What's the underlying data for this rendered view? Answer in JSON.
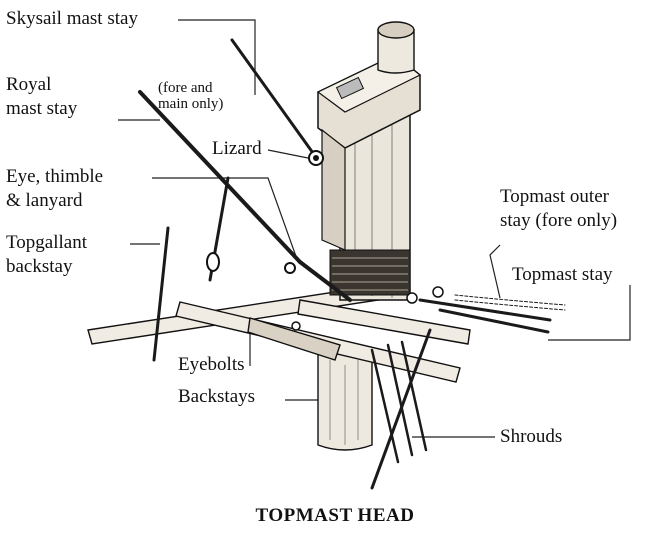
{
  "labels": {
    "skysail_mast_stay": "Skysail mast stay",
    "royal_mast_stay_line1": "Royal",
    "royal_mast_stay_line2": "mast stay",
    "fore_main_note_line1": "(fore and",
    "fore_main_note_line2": "main only)",
    "lizard": "Lizard",
    "eye_thimble_line1": "Eye, thimble",
    "eye_thimble_line2": "& lanyard",
    "topgallant_backstay_line1": "Topgallant",
    "topgallant_backstay_line2": "backstay",
    "topmast_outer_stay_line1": "Topmast outer",
    "topmast_outer_stay_line2": "stay (fore only)",
    "topmast_stay": "Topmast stay",
    "eyebolts": "Eyebolts",
    "backstays": "Backstays",
    "shrouds": "Shrouds"
  },
  "caption": "TOPMAST HEAD",
  "colors": {
    "ink": "#111111",
    "wood": "#e9e4da",
    "wood_dark": "#6b6356",
    "background": "#ffffff"
  }
}
